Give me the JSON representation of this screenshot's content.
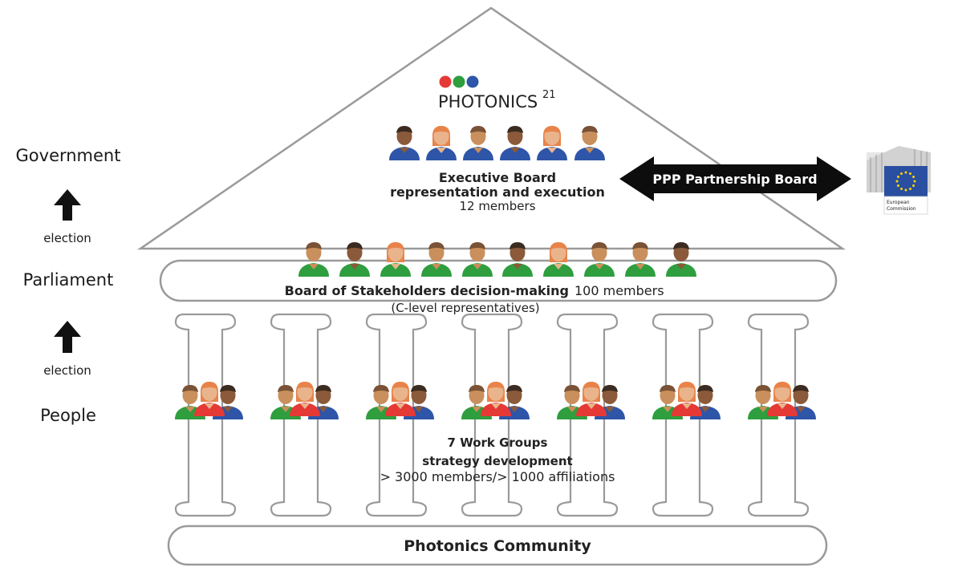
{
  "left_labels": {
    "government": "Government",
    "election_upper": "election",
    "parliament": "Parliament",
    "election_lower": "election",
    "people": "People"
  },
  "logo": {
    "text": "PHOTONICS",
    "superscript": "21",
    "dot_colors": [
      "#e53935",
      "#2e9e3e",
      "#2e55a8"
    ]
  },
  "executive_board": {
    "line1": "Executive Board",
    "line2": "representation and execution",
    "line3": "12 members"
  },
  "ppp_board": {
    "label": "PPP Partnership Board"
  },
  "ec_logo": {
    "line1": "European",
    "line2": "Commission"
  },
  "board_of_stakeholders": {
    "title": "Board of Stakeholders decision-making",
    "members": "100 members",
    "note": "(C-level representatives)"
  },
  "work_groups": {
    "line1": "7 Work Groups",
    "line2": "strategy development",
    "line3": "> 3000 members/> 1000 affiliations",
    "count": 7
  },
  "foundation": {
    "label": "Photonics Community"
  },
  "colors": {
    "outline": "#9a9a9a",
    "shirt_blue": "#2e55a8",
    "shirt_green": "#2e9e3e",
    "shirt_red": "#e53935",
    "skin_light": "#e9b48c",
    "skin_mid": "#c98f5c",
    "skin_dark": "#8a5a3a",
    "hair_dark": "#3b2b20",
    "hair_brown": "#7a5236",
    "hair_orange": "#e8834a",
    "eu_blue": "#2a4ea0",
    "eu_star": "#ffd500"
  }
}
